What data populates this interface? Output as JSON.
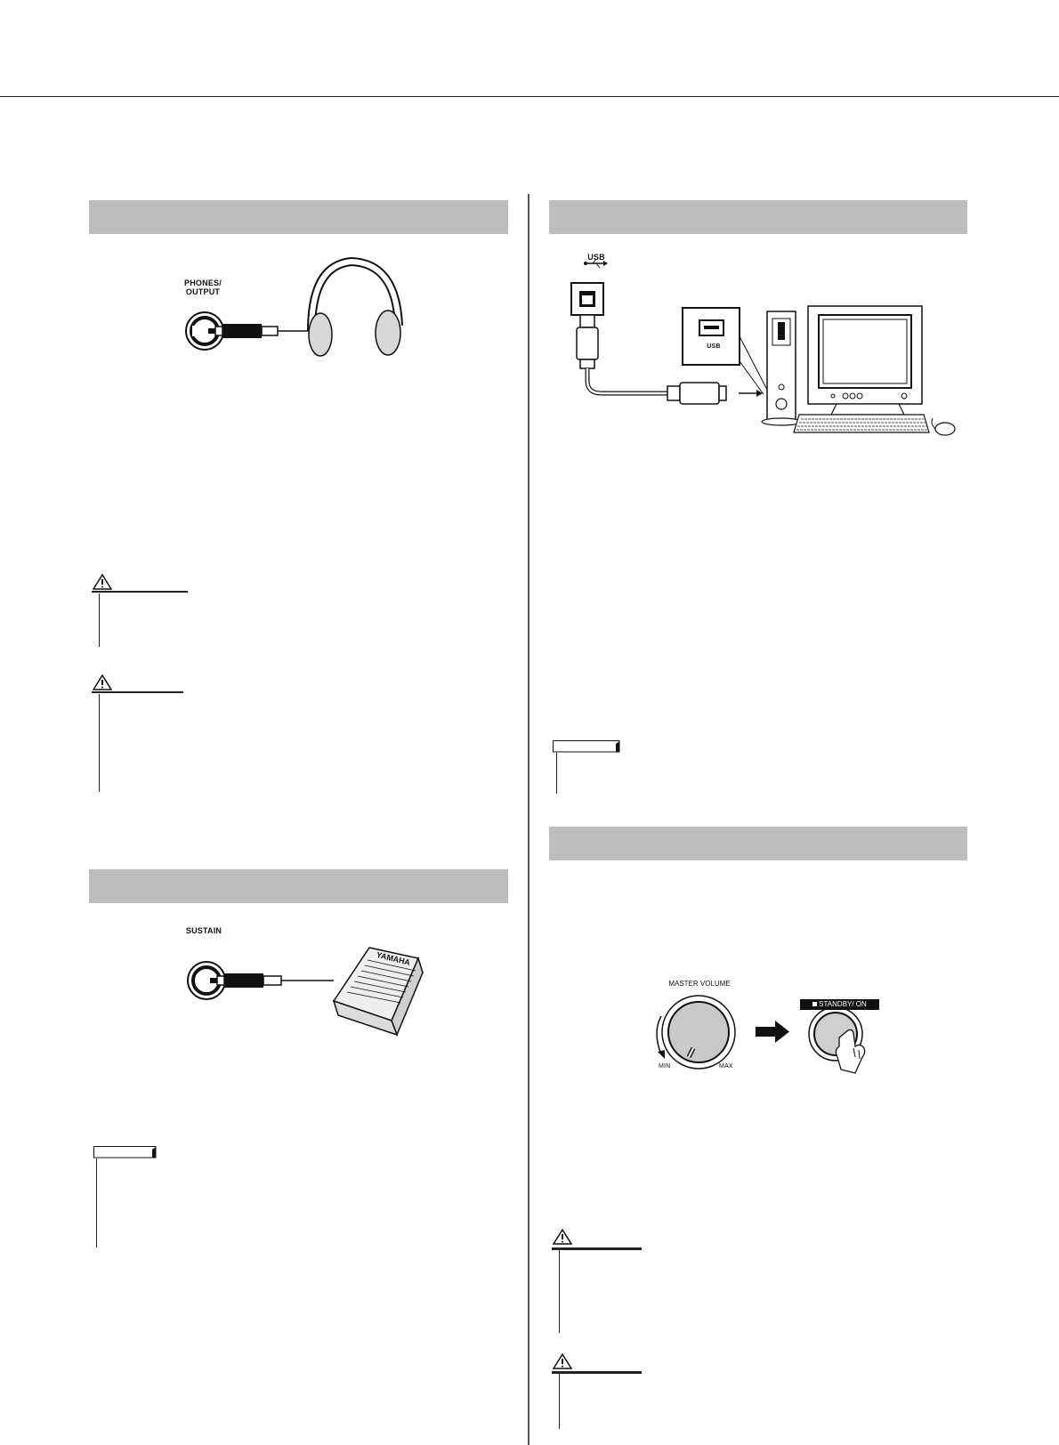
{
  "headphones_figure": {
    "jack_label_line1": "PHONES/",
    "jack_label_line2": "OUTPUT"
  },
  "pedal_figure": {
    "jack_label": "SUSTAIN",
    "pedal_brand": "YAMAHA"
  },
  "usb_figure": {
    "port_label": "USB",
    "computer_port_label": "USB"
  },
  "power_figure": {
    "knob_label": "MASTER VOLUME",
    "min_label": "MIN",
    "max_label": "MAX",
    "button_label": "STANDBY/ ON"
  }
}
